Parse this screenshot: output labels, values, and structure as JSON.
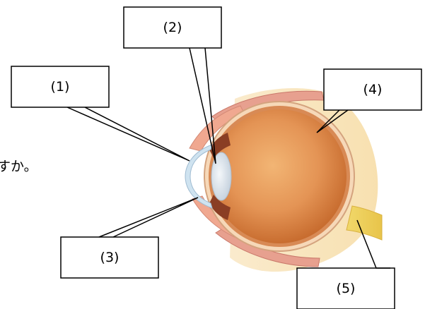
{
  "labels": {
    "l1": "(1)",
    "l2": "(2)",
    "l3": "(3)",
    "l4": "(4)",
    "l5": "(5)"
  },
  "side_text": "すか。",
  "colors": {
    "eyeball_inner": "#e9a15f",
    "eyeball_deep": "#c4672a",
    "sclera_rim": "#f6d8b8",
    "muscle": "#e9a090",
    "fat": "#f4d9a1",
    "nerve": "#eed25a",
    "cornea": "#cfe3f0",
    "lens": "#dce4ec"
  },
  "icons": [
    "eye-cross-section-illustration"
  ]
}
